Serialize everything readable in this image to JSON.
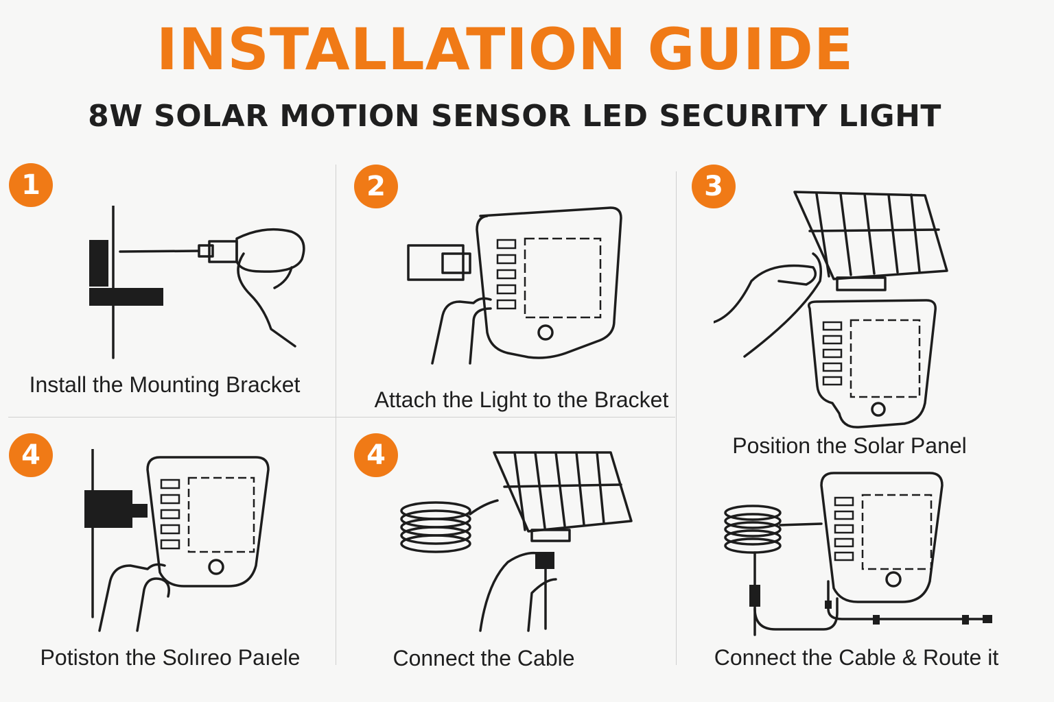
{
  "header": {
    "title": "INSTALLATION GUIDE",
    "subtitle": "8W SOLAR MOTION SENSOR LED SECURITY LIGHT"
  },
  "colors": {
    "accent": "#f07a16",
    "text": "#1d1d1d",
    "background": "#f7f7f6"
  },
  "steps": [
    {
      "badge": "1",
      "caption": "Install the Mounting Bracket",
      "icon": "screwdriver-bracket-icon"
    },
    {
      "badge": "2",
      "caption": "Attach the Light to the Bracket",
      "icon": "light-attach-icon"
    },
    {
      "badge": "3",
      "caption": "Position the Solar Panel",
      "icon": "solar-panel-position-icon"
    },
    {
      "badge": "4",
      "caption": "Potiston the Solıreo Paıele",
      "icon": "light-mounted-icon"
    },
    {
      "badge": "4",
      "caption": "Connect the Cable",
      "icon": "cable-connect-icon"
    },
    {
      "badge": "",
      "caption": "Connect the Cable & Route it",
      "icon": "cable-route-icon"
    }
  ]
}
